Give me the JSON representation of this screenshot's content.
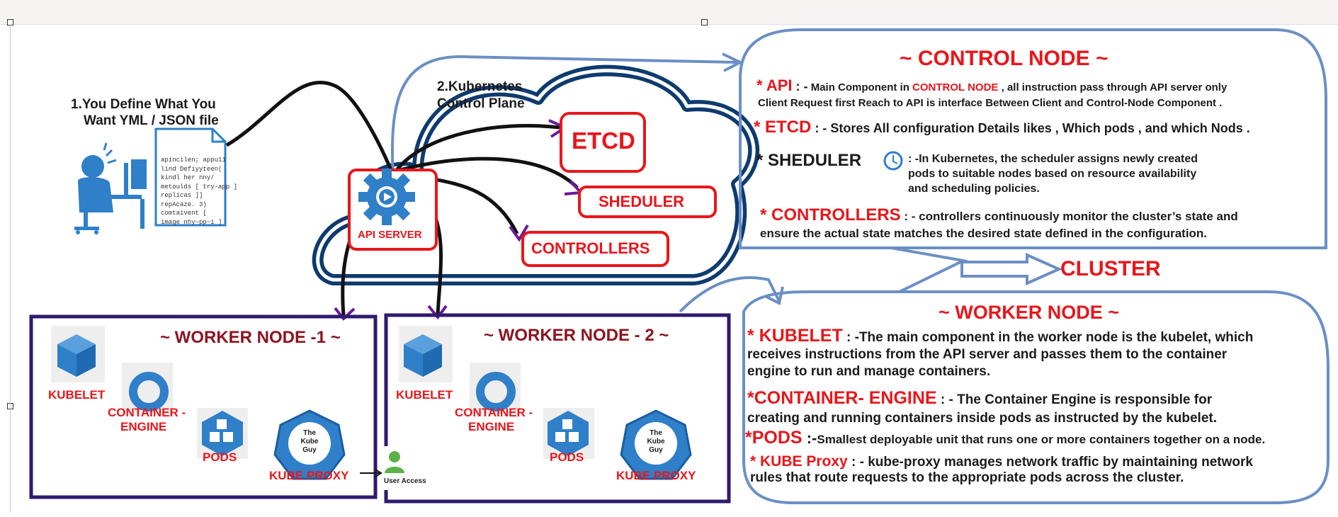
{
  "step1": {
    "line1": "1.You Define What You",
    "line2": "Want YML / JSON file"
  },
  "yaml_lines": [
    "apincilen; appu11",
    "lind Defiyyteen(",
    "kindl her nny/",
    "metoulds [ try-app ]",
    "replicas ]]",
    "repAcaze. 3)",
    "comtaivent [",
    "image nhy~pp~i ]"
  ],
  "step2": {
    "line1": "2.Kubernetes",
    "line2": "Control Plane"
  },
  "api_server_label": "API SERVER",
  "etcd_label": "ETCD",
  "sheduler_label": "SHEDULER",
  "controllers_label": "CONTROLLERS",
  "control_node": {
    "title": "~ CONTROL NODE ~",
    "api": {
      "key": "* API",
      "sep": " : -",
      "t1": " Main Component in ",
      "t2": "CONTROL NODE",
      "t3": " , all instruction pass through API server only",
      "line2": "Client Request first Reach to API is interface Between Client and Control-Node Component ."
    },
    "etcd": {
      "key": "* ETCD",
      "text": " : - Stores All configuration Details likes , Which pods , and which Nods ."
    },
    "sheduler": {
      "key": "* SHEDULER",
      "l1": ": -In Kubernetes, the scheduler assigns newly created",
      "l2": "pods to suitable nodes based on resource availability",
      "l3": "and scheduling policies."
    },
    "controllers": {
      "key": "* CONTROLLERS",
      "l1": " : - controllers continuously monitor the cluster’s state and",
      "l2": "ensure the actual state matches the desired state defined in the configuration."
    }
  },
  "cluster_label": "CLUSTER",
  "worker_node": {
    "title": "~ WORKER NODE ~",
    "kubelet": {
      "key": "* KUBELET",
      "l1": " : -The main component in the worker node is the kubelet, which",
      "l2": "receives instructions from the API server and passes them to the container",
      "l3": "engine to run and manage containers."
    },
    "engine": {
      "key": "*CONTAINER- ENGINE",
      "l1": " : - The Container Engine is responsible for",
      "l2": "creating and running containers inside pods as instructed by the kubelet."
    },
    "pods": {
      "key": "*PODS",
      "l1": " :-",
      "l1b": "Smallest deployable unit that runs one or more containers together on a node."
    },
    "proxy": {
      "key": "* KUBE Proxy",
      "l1": " : - kube-proxy manages network traffic by maintaining network",
      "l2": "rules that route requests to the appropriate pods across the cluster."
    }
  },
  "worker1": {
    "title": "~ WORKER NODE -1 ~",
    "kubelet": "KUBELET",
    "engine1": "CONTAINER -",
    "engine2": "ENGINE",
    "pods": "PODS",
    "proxy": "KUBE PROXY",
    "kube_guy1": "The",
    "kube_guy2": "Kube",
    "kube_guy3": "Guy"
  },
  "worker2": {
    "title": "~ WORKER NODE - 2 ~",
    "kubelet": "KUBELET",
    "engine1": "CONTAINER -",
    "engine2": "ENGINE",
    "pods": "PODS",
    "proxy": "KUBE PROXY",
    "kube_guy1": "The",
    "kube_guy2": "Kube",
    "kube_guy3": "Guy"
  },
  "user_access": "User Access",
  "colors": {
    "accent_red": "#e8161b",
    "worker_title": "#8b1520",
    "cloud_blue": "#0e3b6e",
    "box_purple": "#2e1a6e",
    "bubble_blue": "#6b8fc4",
    "icon_blue": "#2f7fc9"
  }
}
